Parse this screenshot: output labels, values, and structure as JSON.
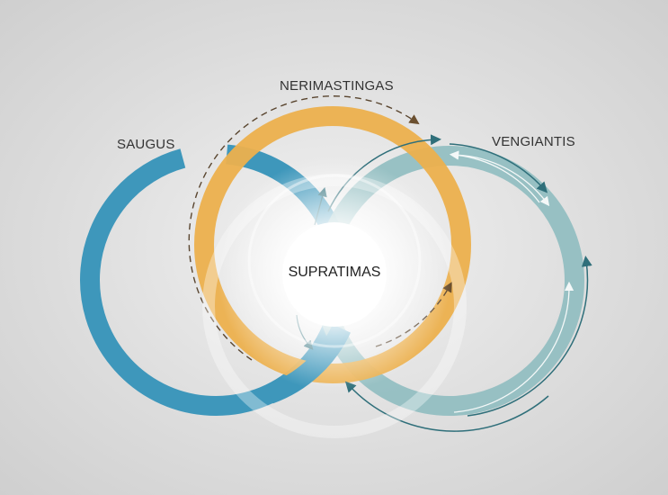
{
  "labels": {
    "top": "NERIMASTINGAS",
    "left": "SAUGUS",
    "right": "VENGIANTIS",
    "center": "SUPRATIMAS"
  },
  "colors": {
    "blue": "#3e97bb",
    "orange": "#ecb04d",
    "teal": "#8fbcc0",
    "arrow_dark": "#2f6f7a",
    "background": "#dcdcdc"
  }
}
